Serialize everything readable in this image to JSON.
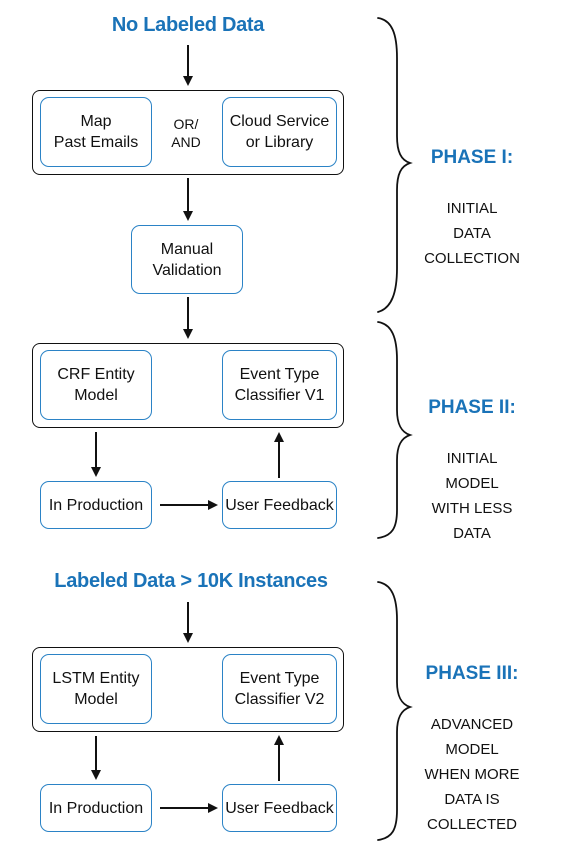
{
  "phase1": {
    "title": "No Labeled Data",
    "left_box": "Map\nPast Emails",
    "separator": "OR/\nAND",
    "right_box": "Cloud Service\nor Library",
    "validation_box": "Manual\nValidation",
    "label_title": "PHASE I:",
    "label_text": "INITIAL\nDATA\nCOLLECTION"
  },
  "phase2": {
    "left_box": "CRF Entity\nModel",
    "right_box": "Event Type\nClassifier V1",
    "production_box": "In Production",
    "feedback_box": "User Feedback",
    "label_title": "PHASE II:",
    "label_text": "INITIAL\nMODEL\nWITH LESS\nDATA"
  },
  "phase3": {
    "title": "Labeled Data > 10K Instances",
    "left_box": "LSTM Entity\nModel",
    "right_box": "Event Type\nClassifier V2",
    "production_box": "In Production",
    "feedback_box": "User Feedback",
    "label_title": "PHASE III:",
    "label_text": "ADVANCED\nMODEL\nWHEN MORE\nDATA IS\nCOLLECTED"
  },
  "colors": {
    "accent": "#1a73b8",
    "box_border": "#2b83c6",
    "line": "#111111"
  }
}
